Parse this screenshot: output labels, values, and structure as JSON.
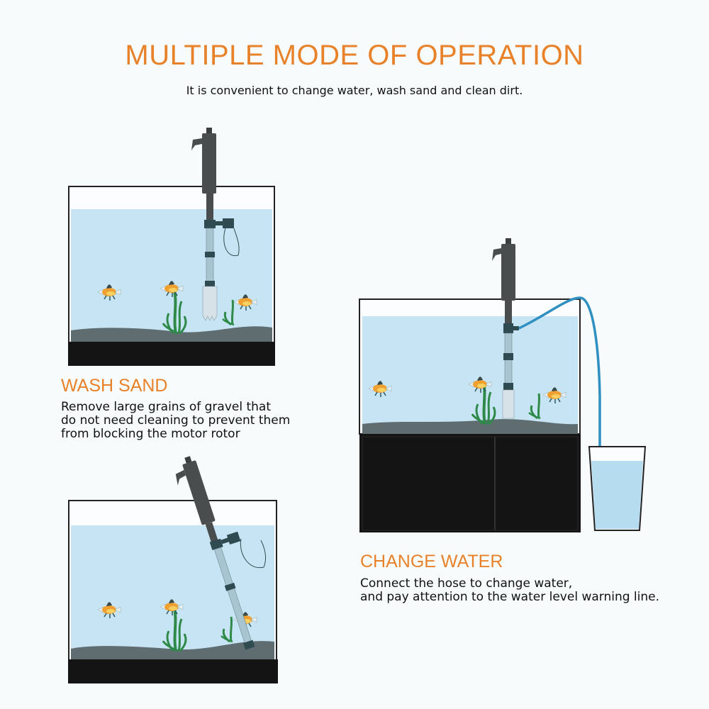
{
  "header": {
    "title": "MULTIPLE MODE OF OPERATION",
    "subtitle": "It is convenient to change water, wash sand and clean dirt."
  },
  "sections": [
    {
      "id": "wash-sand",
      "heading": "WASH SAND",
      "description": "Remove large grains of gravel that\ndo not need cleaning to prevent them\nfrom blocking the motor rotor"
    },
    {
      "id": "change-water",
      "heading": "CHANGE WATER",
      "description": "Connect the hose to change water,\nand pay attention to the water level warning line."
    }
  ],
  "illustrations": [
    {
      "name": "wash-sand-tank",
      "tool": "vertical gravel cleaner with filter cap"
    },
    {
      "name": "tilted-cleaning-tank",
      "tool": "tilted gravel cleaner"
    },
    {
      "name": "change-water-tank",
      "tool": "gravel cleaner with hose draining into glass"
    }
  ],
  "colors": {
    "accent": "#e8822a",
    "water": "#c6e4f3",
    "sand": "#5f6c70",
    "stand": "#141414",
    "hose": "#2f8fc0",
    "plant": "#2f8a4a",
    "tool": "#3c3f3f"
  }
}
